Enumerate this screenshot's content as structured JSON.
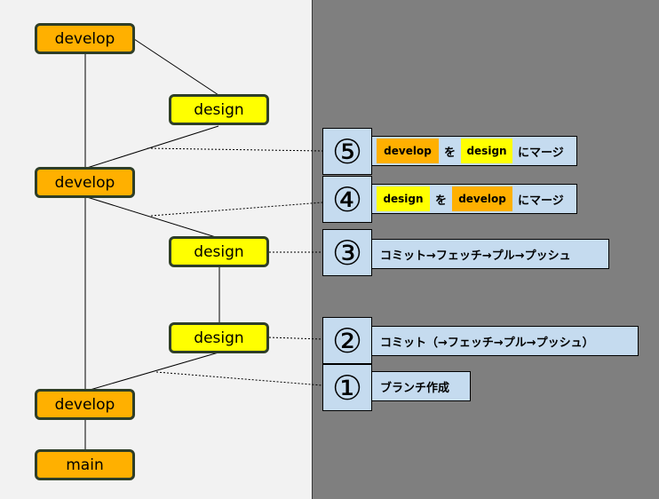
{
  "nodes": {
    "develop_top": "develop",
    "design_top": "design",
    "develop_mid": "develop",
    "design_3": "design",
    "design_2": "design",
    "develop_bottom": "develop",
    "main": "main"
  },
  "steps": [
    {
      "num": "⑤",
      "chip1": "develop",
      "particle": "を",
      "chip2": "design",
      "suffix": "にマージ"
    },
    {
      "num": "④",
      "chip1": "design",
      "particle": "を",
      "chip2": "develop",
      "suffix": "にマージ"
    },
    {
      "num": "③",
      "text": "コミット→フェッチ→プル→プッシュ"
    },
    {
      "num": "②",
      "text": "コミット（→フェッチ→プル→プッシュ）"
    },
    {
      "num": "①",
      "text": "ブランチ作成"
    }
  ],
  "colors": {
    "develop": "#ffb000",
    "design": "#ffff00",
    "callout": "#c5dbef"
  }
}
